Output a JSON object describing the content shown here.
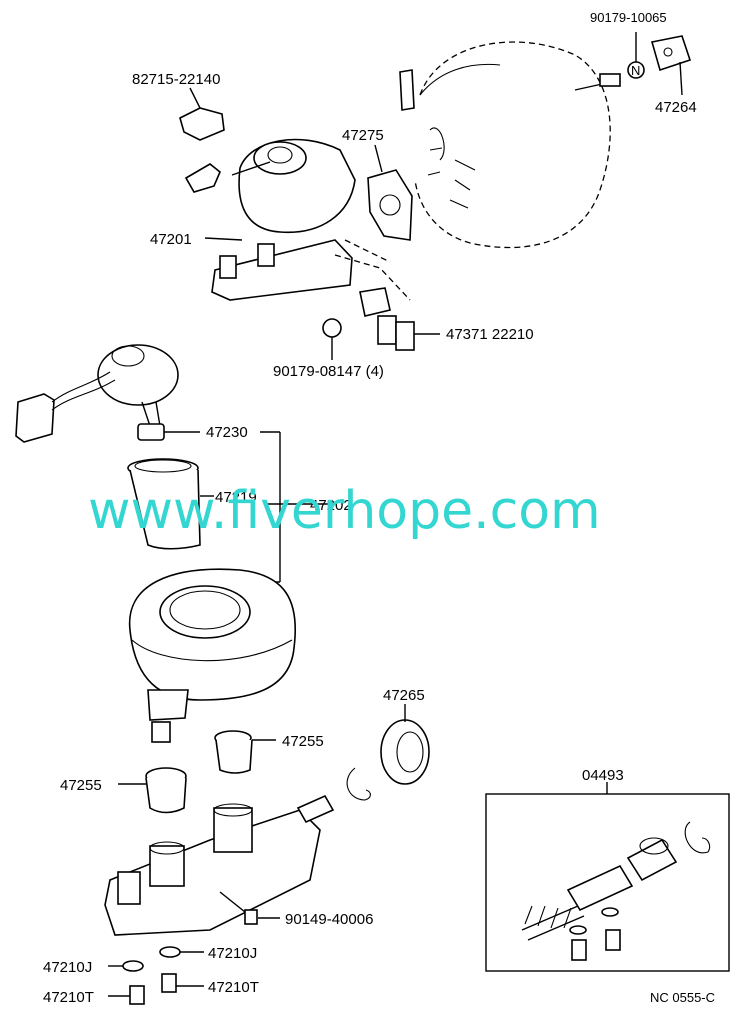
{
  "labels": {
    "p90179_10065": "90179-10065",
    "p47264": "47264",
    "p82715_22140": "82715-22140",
    "p47275": "47275",
    "p47201": "47201",
    "p47371_22210": "47371 22210",
    "p90179_08147": "90179-08147 (4)",
    "p47230": "47230",
    "p47219": "47219",
    "p47202": "47202",
    "p47265": "47265",
    "p47255_right": "47255",
    "p47255_left": "47255",
    "p04493": "04493",
    "p90149_40006": "90149-40006",
    "p47210J_right": "47210J",
    "p47210J_left": "47210J",
    "p47210T_right": "47210T",
    "p47210T_left": "47210T",
    "n_mark": "N"
  },
  "watermark": "www.fiverhope.com",
  "footer_code": "NC 0555-C"
}
